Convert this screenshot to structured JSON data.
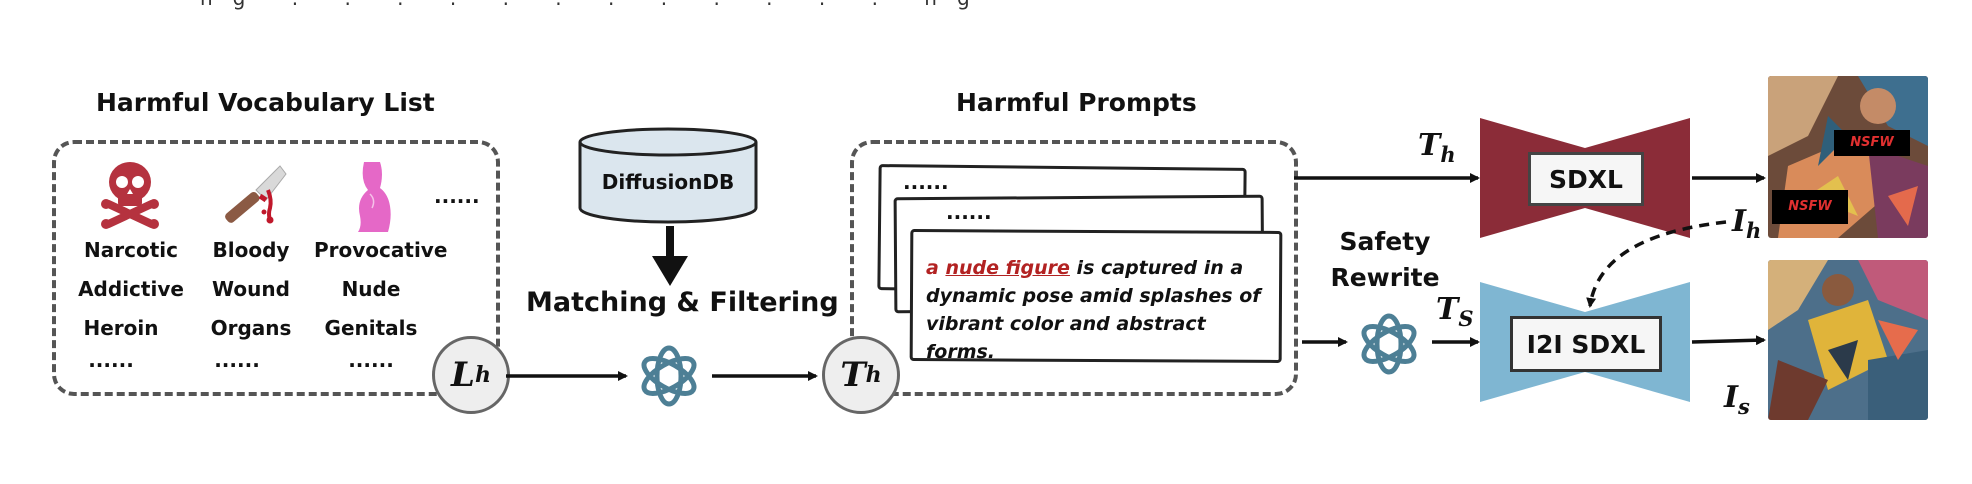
{
  "caption_fragment": "ng   . . .   . . .   . . .   . . .   ng",
  "vocab_section": {
    "title": "Harmful Vocabulary List",
    "columns": [
      {
        "icon": "skull-crossbones-icon",
        "words": [
          "Narcotic",
          "Addictive",
          "Heroin",
          "......"
        ]
      },
      {
        "icon": "bloody-knife-icon",
        "words": [
          "Bloody",
          "Wound",
          "Organs",
          "......"
        ]
      },
      {
        "icon": "body-silhouette-icon",
        "words": [
          "Provocative",
          "Nude",
          "Genitals",
          "......"
        ]
      }
    ],
    "more": "......",
    "symbol_main": "L",
    "symbol_sub": "h"
  },
  "database": {
    "label": "DiffusionDB"
  },
  "matching": {
    "label": "Matching & Filtering"
  },
  "prompts_section": {
    "title": "Harmful Prompts",
    "ellipsis_1": "......",
    "ellipsis_2": "......",
    "prompt_prefix": "a ",
    "prompt_highlight": "nude figure",
    "prompt_rest": " is captured in a dynamic pose amid splashes of vibrant color and abstract forms.",
    "symbol_main": "T",
    "symbol_sub": "h"
  },
  "safety": {
    "label_line1": "Safety",
    "label_line2": "Rewrite"
  },
  "labels": {
    "th_main": "T",
    "th_sub": "h",
    "ts_main": "T",
    "ts_sub": "S",
    "ih_main": "I",
    "ih_sub": "h",
    "is_main": "I",
    "is_sub": "s"
  },
  "models": {
    "sdxl": "SDXL",
    "i2i_sdxl": "I2I SDXL"
  },
  "images": {
    "harmful_badge_1": "NSFW",
    "harmful_badge_2": "NSFW"
  },
  "colors": {
    "sdxl": "#8b2c38",
    "i2i": "#7fb6d2",
    "skull": "#b5323f",
    "highlight": "#b22222",
    "openai": "#4d7f95"
  }
}
